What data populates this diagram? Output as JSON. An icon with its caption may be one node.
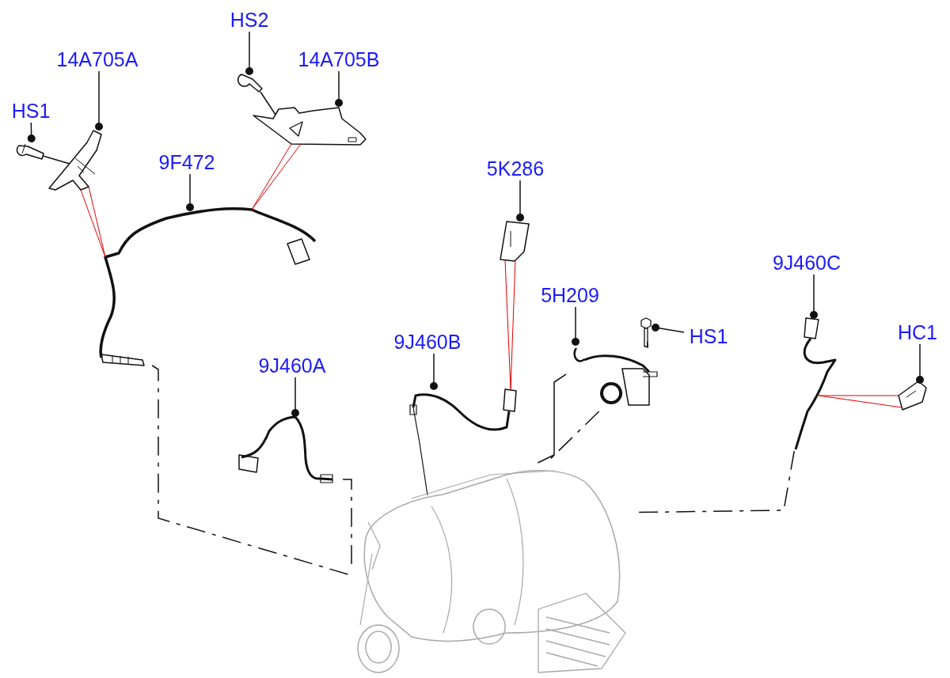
{
  "diagram": {
    "nodes": [
      {
        "text": [
          "HS1"
        ]
      },
      {
        "text": [
          "14A705A"
        ]
      },
      {
        "text": [
          "HS2"
        ]
      },
      {
        "text": [
          "14A705B"
        ]
      },
      {
        "text": [
          "9F472"
        ]
      },
      {
        "text": [
          "5K286"
        ]
      },
      {
        "text": [
          "9J460C"
        ]
      },
      {
        "text": [
          "HS1"
        ]
      },
      {
        "text": [
          "5H209"
        ]
      },
      {
        "text": [
          "HC1"
        ]
      },
      {
        "text": [
          "9J460B"
        ]
      },
      {
        "text": [
          "9J460A"
        ]
      },
      {
        "text": [],
        "shape": "picture"
      },
      {
        "text": [],
        "shape": "picture"
      },
      {
        "text": [],
        "shape": "picture"
      },
      {
        "text": [],
        "shape": "picture"
      },
      {
        "text": [],
        "shape": "picture"
      },
      {
        "text": [],
        "shape": "picture"
      },
      {
        "text": [],
        "shape": "picture"
      },
      {
        "text": [],
        "shape": "picture"
      },
      {
        "text": [],
        "shape": "picture"
      },
      {
        "text": [],
        "shape": "picture"
      },
      {
        "text": [],
        "shape": "picture"
      },
      {
        "text": [],
        "shape": "picture"
      },
      {
        "text": [],
        "shape": "picture"
      }
    ],
    "edges": [
      {
        "from": 0,
        "to": 12,
        "arrow": "other"
      },
      {
        "from": 1,
        "to": 13,
        "arrow": "other"
      },
      {
        "from": 2,
        "to": 14,
        "arrow": "other"
      },
      {
        "from": 3,
        "to": 15,
        "arrow": "other"
      },
      {
        "from": 4,
        "to": 16,
        "arrow": "other"
      },
      {
        "from": 5,
        "to": 17,
        "arrow": "other"
      },
      {
        "from": 6,
        "to": 18,
        "arrow": "other"
      },
      {
        "from": 7,
        "to": 19,
        "arrow": "other"
      },
      {
        "from": 8,
        "to": 20,
        "arrow": "other"
      },
      {
        "from": 9,
        "to": 21,
        "arrow": "other"
      },
      {
        "from": 10,
        "to": 22,
        "arrow": "other"
      },
      {
        "from": 11,
        "to": 23,
        "arrow": "other"
      },
      {
        "from": 12,
        "to": 13,
        "arrow": "none"
      },
      {
        "from": 14,
        "to": 15,
        "arrow": "none"
      },
      {
        "from": 19,
        "to": 20,
        "arrow": "none"
      },
      {
        "from": 20,
        "to": 24,
        "arrow": "none"
      },
      {
        "from": 13,
        "to": 16,
        "arrow": "none",
        "color": "#e00000"
      },
      {
        "from": 15,
        "to": 16,
        "arrow": "none",
        "color": "#e00000"
      },
      {
        "from": 17,
        "to": 22,
        "arrow": "none",
        "color": "#e00000"
      },
      {
        "from": 21,
        "to": 18,
        "arrow": "none",
        "color": "#e00000"
      },
      {
        "from": 16,
        "to": 24,
        "arrow": "none",
        "style": "dashed"
      },
      {
        "from": 23,
        "to": 24,
        "arrow": "none",
        "style": "dashed"
      },
      {
        "from": 20,
        "to": 24,
        "arrow": "none",
        "style": "dashed"
      },
      {
        "from": 18,
        "to": 24,
        "arrow": "none",
        "style": "dashed"
      }
    ]
  }
}
